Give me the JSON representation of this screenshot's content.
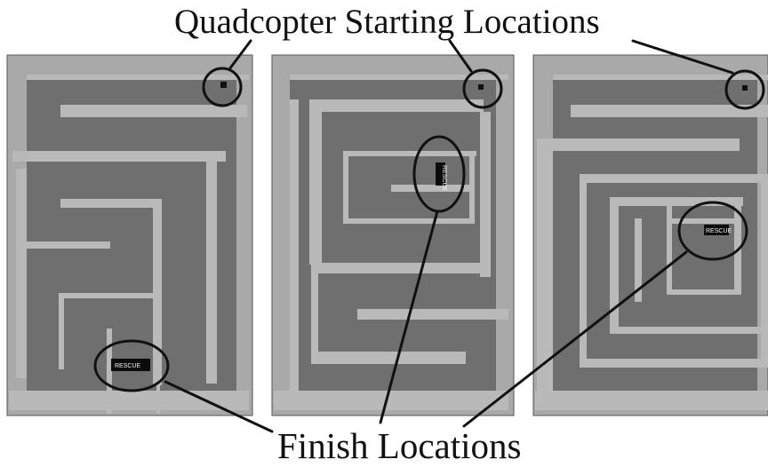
{
  "captions": {
    "top": "Quadcopter Starting Locations",
    "bottom": "Finish Locations"
  },
  "maps": [
    {
      "id": "maze-1",
      "finish_tag": "RESCUE"
    },
    {
      "id": "maze-2",
      "finish_tag": "RESCUE"
    },
    {
      "id": "maze-3",
      "finish_tag": "RESCUE"
    }
  ],
  "colors": {
    "floor": "#6f6f6f",
    "wall": "#b9b9b9",
    "frame": "#9a9a9a",
    "outline": "#1a1a1a",
    "finish_box": "#0c0c0c"
  }
}
